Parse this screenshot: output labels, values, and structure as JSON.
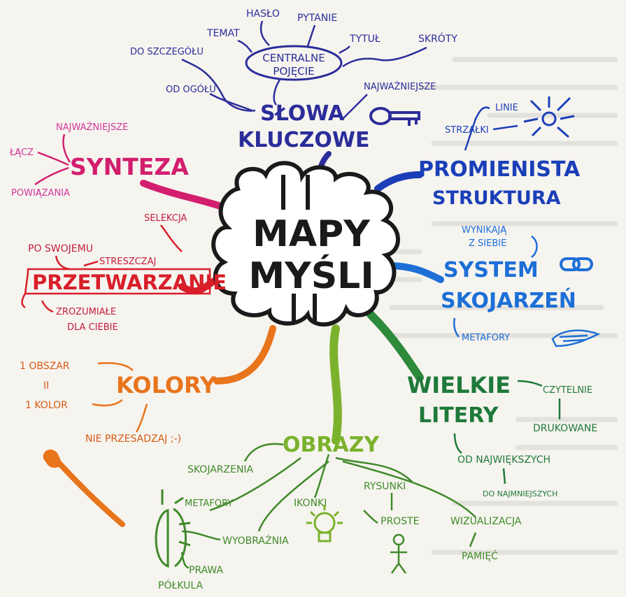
{
  "center": {
    "line1": "MAPY",
    "line2": "MYŚLI"
  },
  "branches": {
    "slowa_kluczowe": {
      "title_line1": "SŁOWA",
      "title_line2": "KLUCZOWE",
      "color": "#2b2d9a",
      "central": {
        "line1": "CENTRALNE",
        "line2": "POJĘCIE"
      },
      "items": [
        "HASŁO",
        "PYTANIE",
        "TEMAT",
        "TYTUŁ",
        "DO SZCZEGÓŁU",
        "SKRÓTY",
        "OD OGÓŁU",
        "NAJWAŻNIEJSZE"
      ]
    },
    "synteza": {
      "title": "SYNTEZA",
      "color": "#d21e6e",
      "items": [
        "NAJWAŻNIEJSZE",
        "ŁĄCZ",
        "POWIĄZANIA"
      ]
    },
    "przetwarzanie": {
      "title": "PRZETWARZANIE",
      "color": "#d81f2a",
      "items": [
        "SELEKCJA",
        "PO SWOJEMU",
        "STRESZCZAJ",
        "ZROZUMIAŁE",
        "DLA CIEBIE"
      ]
    },
    "kolory": {
      "title": "KOLORY",
      "color": "#e8741b",
      "items": [
        "1 OBSZAR",
        "II",
        "1 KOLOR",
        "NIE PRZESADZAJ ;-)"
      ]
    },
    "obrazy": {
      "title": "OBRAZY",
      "color": "#3f8a2a",
      "items": [
        "SKOJARZENIA",
        "METAFORY",
        "IKONKI",
        "RYSUNKI",
        "PROSTE",
        "WIZUALIZACJA",
        "PAMIĘĆ",
        "WYOBRAŹNIA",
        "PRAWA",
        "PÓŁKULA"
      ]
    },
    "wielkie_litery": {
      "title_line1": "WIELKIE",
      "title_line2": "LITERY",
      "color": "#1f7a3a",
      "items": [
        "CZYTELNIE",
        "DRUKOWANE",
        "OD NAJWIĘKSZYCH",
        "DO NAJMNIEJSZYCH"
      ]
    },
    "system_skojarzen": {
      "title_line1": "SYSTEM",
      "title_line2": "SKOJARZEŃ",
      "color": "#1d6fd6",
      "items": [
        "WYNIKAJĄ",
        "Z SIEBIE",
        "METAFORY"
      ]
    },
    "promienista": {
      "title_line1": "PROMIENISTA",
      "title_line2": "STRUKTURA",
      "color": "#1b3fb8",
      "items": [
        "LINIE",
        "STRZAŁKI"
      ]
    }
  },
  "icons": [
    "key-icon",
    "sun-icon",
    "chain-icon",
    "wings-icon",
    "brush-icon",
    "bulb-icon",
    "stick-figure-icon",
    "brain-half-icon"
  ]
}
